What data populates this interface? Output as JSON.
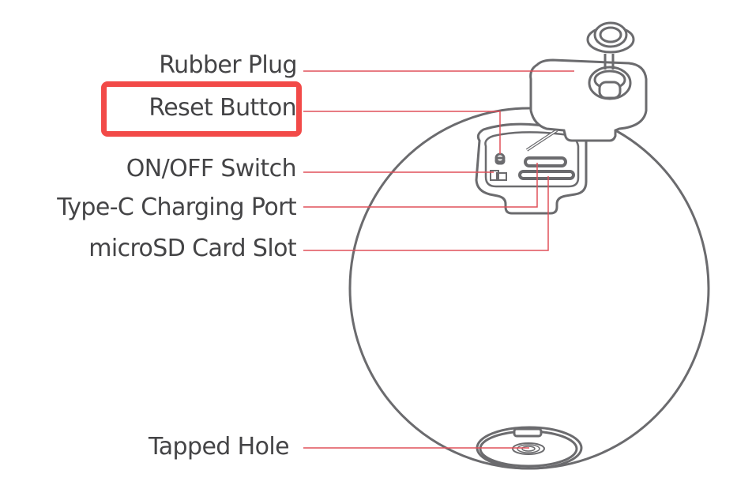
{
  "diagram": {
    "subject": "Camera rear view with port callouts",
    "callouts": [
      {
        "id": "rubber-plug",
        "label": "Rubber Plug"
      },
      {
        "id": "reset-button",
        "label": "Reset Button",
        "highlighted": true
      },
      {
        "id": "on-off-switch",
        "label": "ON/OFF Switch"
      },
      {
        "id": "type-c-port",
        "label": "Type-C Charging Port"
      },
      {
        "id": "microsd-slot",
        "label": "microSD Card Slot"
      },
      {
        "id": "tapped-hole",
        "label": "Tapped Hole"
      }
    ],
    "colors": {
      "outline": "#6b6b6e",
      "leader_line": "#e0505a",
      "highlight": "#f24a48",
      "text": "#444446"
    }
  }
}
